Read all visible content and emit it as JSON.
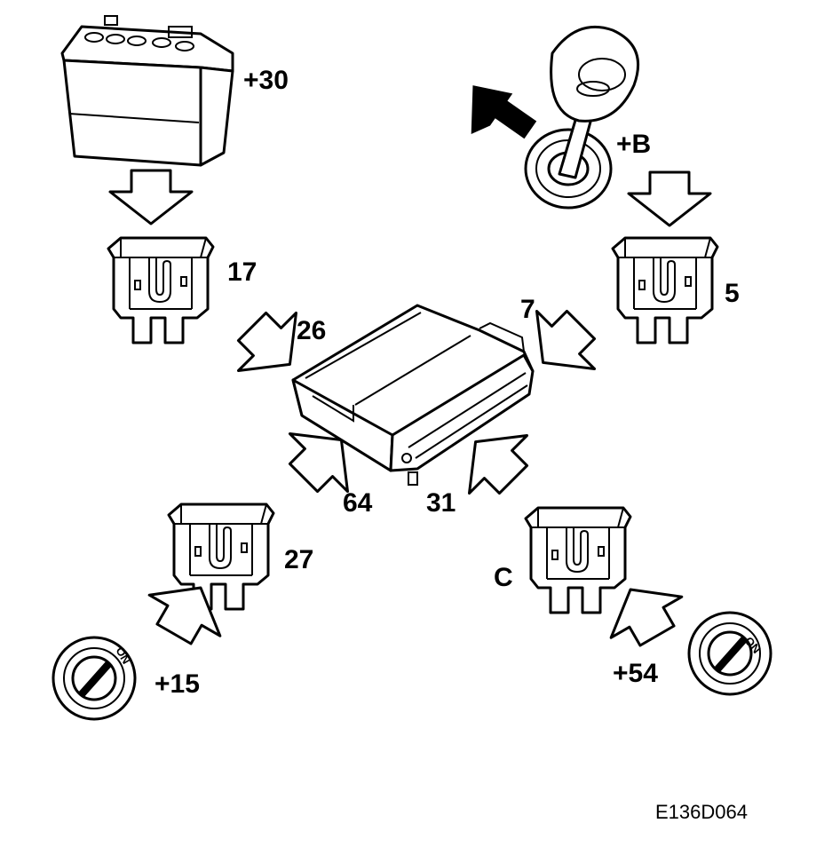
{
  "labels": {
    "battery": "+30",
    "key": "+B",
    "fuse_top_left": "17",
    "fuse_top_right": "5",
    "fuse_bottom_left": "27",
    "fuse_bottom_right": "C",
    "pin_26": "26",
    "pin_7": "7",
    "pin_64": "64",
    "pin_31": "31",
    "ignition_left": "+15",
    "ignition_right": "+54",
    "switch_on": "ON"
  },
  "figure_code": "E136D064"
}
